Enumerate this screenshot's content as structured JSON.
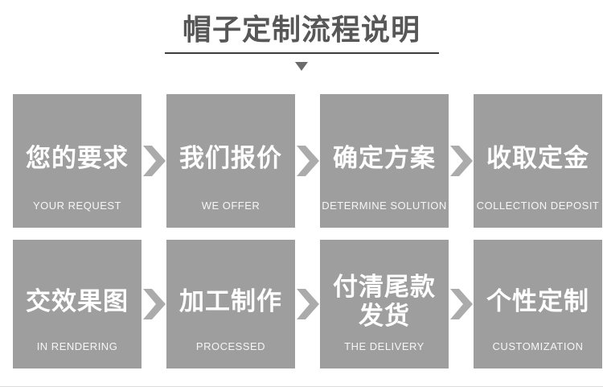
{
  "header": {
    "title": "帽子定制流程说明"
  },
  "colors": {
    "box_gray": "#9e9e9e",
    "arrow_gray": "#ababab",
    "title_gray": "#575757",
    "underline_dark": "#3d3d3d",
    "text_white": "#ffffff"
  },
  "steps": [
    {
      "zh": "您的要求",
      "en": "YOUR REQUEST"
    },
    {
      "zh": "我们报价",
      "en": "WE OFFER"
    },
    {
      "zh": "确定方案",
      "en": "DETERMINE SOLUTION"
    },
    {
      "zh": "收取定金",
      "en": "COLLECTION DEPOSIT"
    },
    {
      "zh": "交效果图",
      "en": "IN RENDERING"
    },
    {
      "zh": "加工制作",
      "en": "PROCESSED"
    },
    {
      "zh": "付清尾款\n发货",
      "en": "THE DELIVERY"
    },
    {
      "zh": "个性定制",
      "en": "CUSTOMIZATION"
    }
  ]
}
